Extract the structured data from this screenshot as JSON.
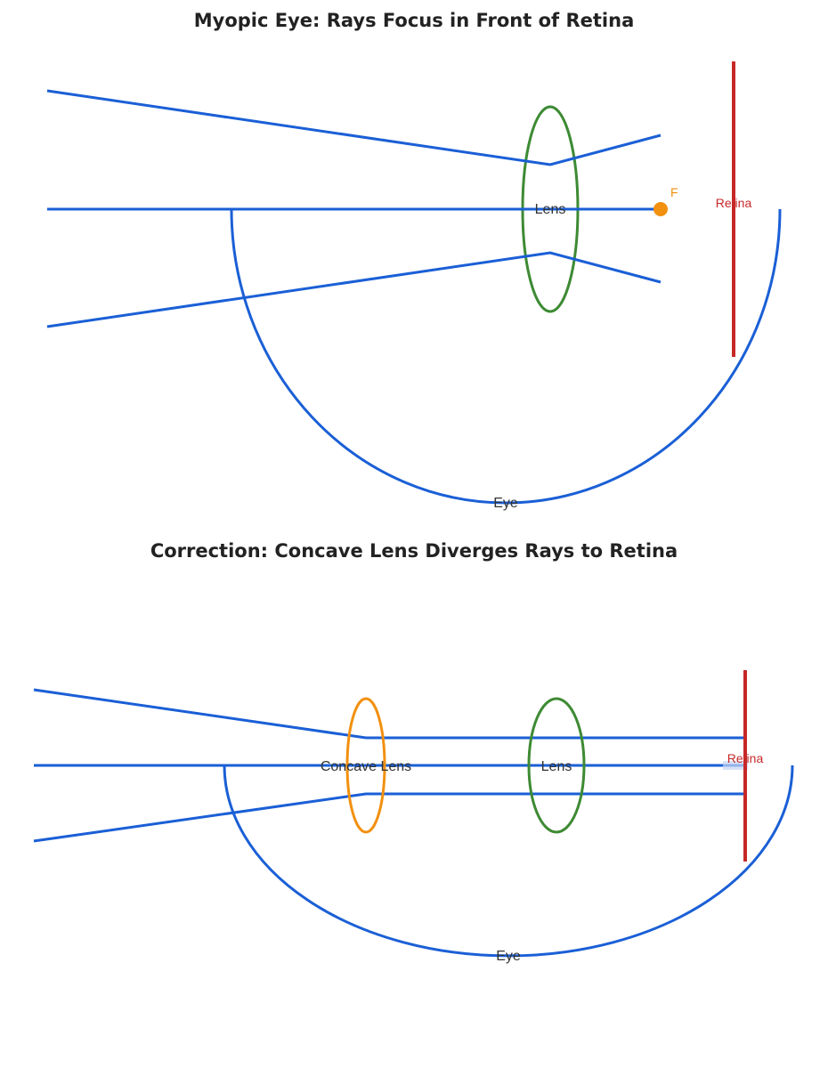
{
  "colors": {
    "ray": "#1a5fd6",
    "eye": "#1a5fd6",
    "lens": "#3d8a33",
    "concave_lens": "#f2900f",
    "retina": "#c62828",
    "focus_point": "#f2900f",
    "text": "#333333"
  },
  "top": {
    "title": "Myopic Eye: Rays Focus in Front of Retina",
    "lens_label": "Lens",
    "eye_label": "Eye",
    "retina_label": "Retina",
    "focus_label": "F"
  },
  "bottom": {
    "title": "Correction: Concave Lens Diverges Rays to Retina",
    "concave_lens_label": "Concave Lens",
    "lens_label": "Lens",
    "eye_label": "Eye",
    "retina_label": "Retina"
  }
}
